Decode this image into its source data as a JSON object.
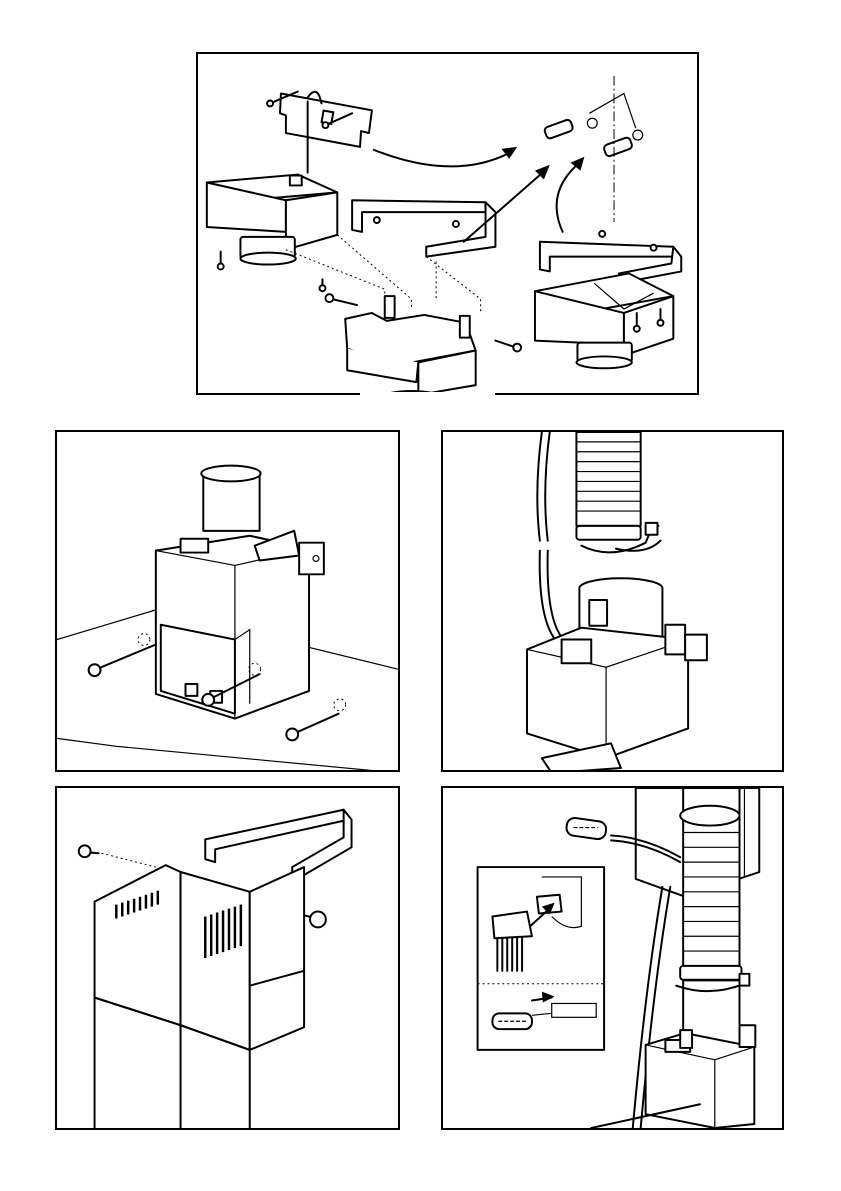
{
  "figure": {
    "panels": [
      {
        "id": "top",
        "content": "duct-connector-assembly"
      },
      {
        "id": "middle-left",
        "content": "wall-screw-mounting"
      },
      {
        "id": "middle-right",
        "content": "flexible-duct-clamp"
      },
      {
        "id": "bottom-left",
        "content": "chimney-cover-fixing"
      },
      {
        "id": "bottom-right",
        "content": "electrical-connector"
      }
    ]
  },
  "colors": {
    "line": "#000000",
    "background": "#ffffff",
    "shade": "#e6e6e6"
  }
}
